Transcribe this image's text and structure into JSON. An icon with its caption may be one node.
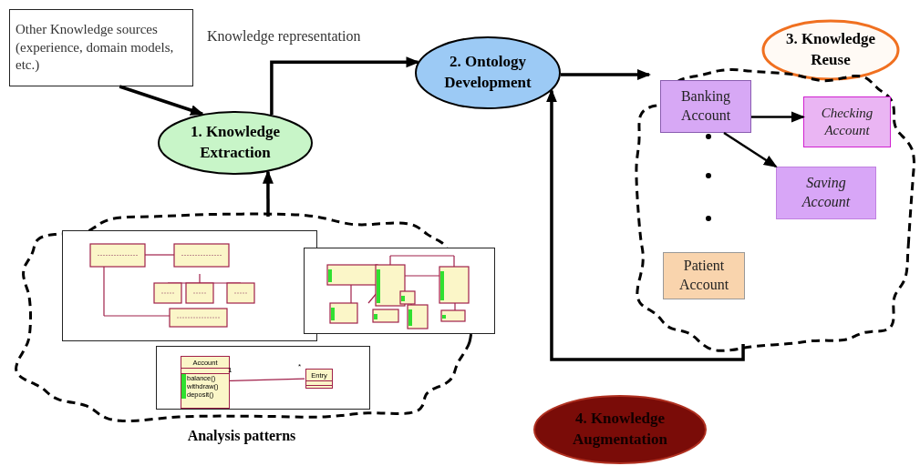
{
  "diagram": {
    "nodes": [
      {
        "text": [
          "Other Knowledge sources (experience, domain models, etc.)"
        ]
      },
      {
        "text": [
          "1. Knowledge Extraction"
        ]
      },
      {
        "text": [
          "2. Ontology Development"
        ]
      },
      {
        "text": [
          "3. Knowledge Reuse"
        ]
      },
      {
        "text": [
          "4. Knowledge Augmentation"
        ]
      },
      {
        "text": [
          "Analysis patterns"
        ]
      },
      {
        "text": [],
        "shape": "picture",
        "in": 5
      },
      {
        "text": [],
        "shape": "picture",
        "in": 5
      },
      {
        "text": [],
        "shape": "box",
        "in": 5
      },
      {
        "text": [
          "Account",
          "balance()",
          "withdraw()",
          "deposit()"
        ],
        "in": 8
      },
      {
        "text": [
          "Entry"
        ],
        "in": 8
      },
      {
        "text": [],
        "shape": "cloud"
      },
      {
        "text": [
          "Banking Account"
        ],
        "in": 11
      },
      {
        "text": [
          "Checking Account"
        ],
        "in": 11
      },
      {
        "text": [
          "Saving Account"
        ],
        "in": 11
      },
      {
        "text": [
          "Patient Account"
        ],
        "in": 11
      }
    ],
    "edges": [
      {
        "from": 0,
        "to": 1,
        "arrow": "to"
      },
      {
        "from": 5,
        "to": 1,
        "arrow": "to"
      },
      {
        "from": 1,
        "to": 2,
        "arrow": "to",
        "label": "Knowledge representation"
      },
      {
        "from": 2,
        "to": 11,
        "arrow": "to"
      },
      {
        "from": 11,
        "to": 2,
        "arrow": "to"
      },
      {
        "from": 12,
        "to": 13,
        "arrow": "to"
      },
      {
        "from": 12,
        "to": 14,
        "arrow": "to"
      },
      {
        "from": 9,
        "to": 10,
        "arrow": "none",
        "color": "#a0204a"
      }
    ],
    "labels": [
      "1",
      "*"
    ]
  }
}
